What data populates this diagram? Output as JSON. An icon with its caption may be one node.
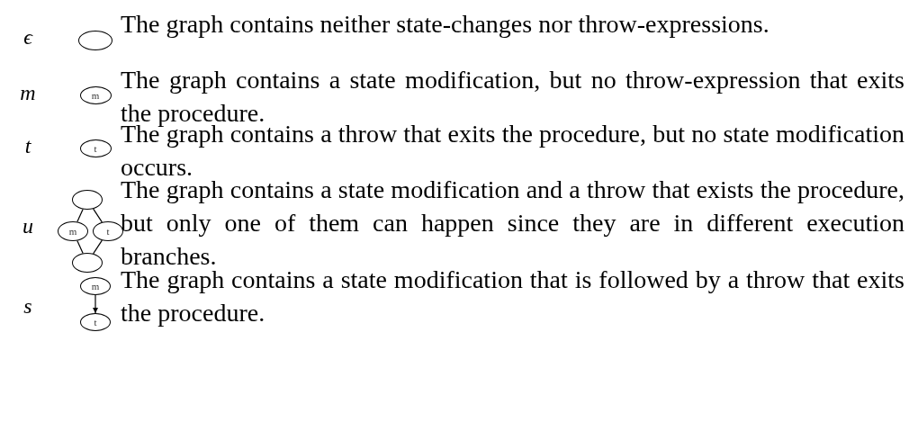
{
  "diagram": {
    "nodes": [
      {
        "text": [],
        "shape": "ellipse"
      },
      {
        "text": [
          "m"
        ]
      },
      {
        "text": [
          "t"
        ]
      },
      {
        "text": [],
        "shape": "ellipse"
      },
      {
        "text": [
          "m"
        ]
      },
      {
        "text": [
          "t"
        ]
      },
      {
        "text": [],
        "shape": "ellipse"
      },
      {
        "text": [
          "m"
        ]
      },
      {
        "text": [
          "t"
        ]
      }
    ],
    "edges": [
      {
        "from": 3,
        "to": 4,
        "arrow": "none"
      },
      {
        "from": 3,
        "to": 5,
        "arrow": "none"
      },
      {
        "from": 4,
        "to": 6,
        "arrow": "none"
      },
      {
        "from": 5,
        "to": 6,
        "arrow": "none"
      },
      {
        "from": 7,
        "to": 8,
        "arrow": "to"
      }
    ],
    "labels": [
      "ϵ",
      "The graph contains neither state-changes nor throw-expressions.",
      "m",
      "The graph contains a state modification, but no throw-expression that exits the procedure.",
      "t",
      "The graph contains a throw that exits the procedure, but no state modification occurs.",
      "u",
      "The graph contains a state modification and a throw that exists the procedure, but only one of them can happen since they are in different execution branches.",
      "s",
      "The graph contains a state modification that is followed by a throw that exits the procedure."
    ]
  }
}
